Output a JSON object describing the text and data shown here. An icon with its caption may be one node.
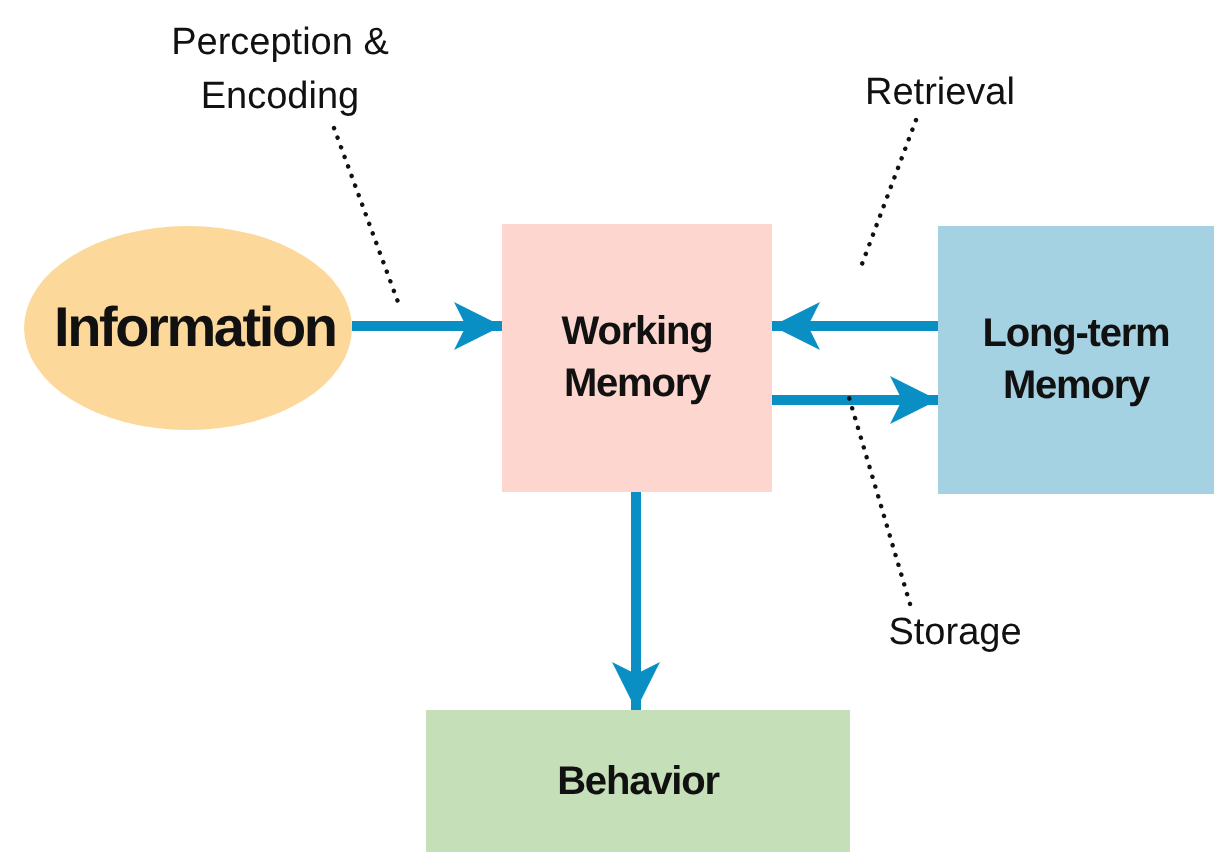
{
  "diagram": {
    "nodes": [
      {
        "text": [
          "Information"
        ]
      },
      {
        "text": [
          "Working Memory"
        ]
      },
      {
        "text": [
          "Long-term Memory"
        ]
      },
      {
        "text": [
          "Behavior"
        ]
      },
      {
        "text": [
          "Perception & Encoding"
        ]
      },
      {
        "text": [
          "Retrieval"
        ]
      },
      {
        "text": [
          "Storage"
        ]
      }
    ],
    "edges": [
      {
        "from": 0,
        "to": 1,
        "arrow": "to"
      },
      {
        "from": 2,
        "to": 1,
        "arrow": "to"
      },
      {
        "from": 1,
        "to": 2,
        "arrow": "to"
      },
      {
        "from": 1,
        "to": 3,
        "arrow": "to"
      },
      {
        "from": 4,
        "to": null,
        "arrow": "none",
        "style": "dashed",
        "color": "#111111"
      },
      {
        "from": 5,
        "to": null,
        "arrow": "none",
        "style": "dashed",
        "color": "#111111"
      },
      {
        "from": 6,
        "to": null,
        "arrow": "none",
        "style": "dashed",
        "color": "#111111"
      }
    ]
  }
}
